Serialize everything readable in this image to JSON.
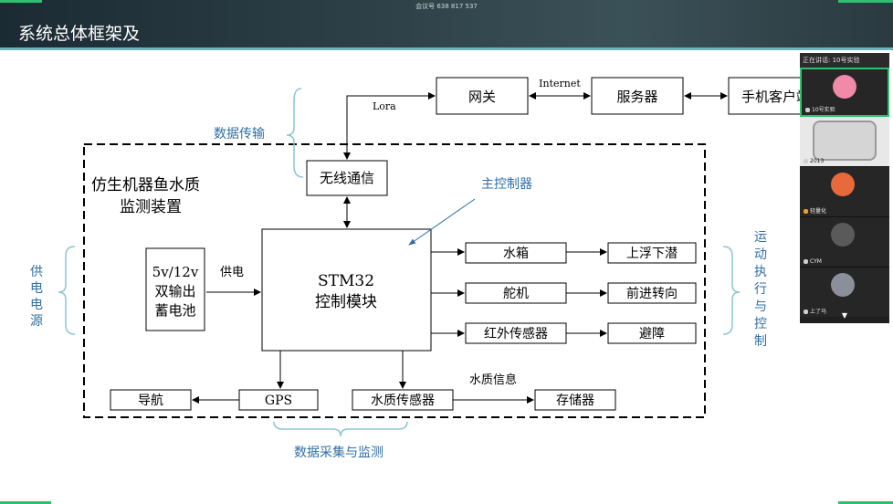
{
  "slide": {
    "title": "系统总体框架及",
    "meeting_id": "会议号 638 817 537"
  },
  "diagram": {
    "boxes": {
      "gateway": "网关",
      "server": "服务器",
      "phone_client": "手机客户端",
      "wireless": "无线通信",
      "battery_line1": "5v/12v",
      "battery_line2": "双输出",
      "battery_line3": "蓄电池",
      "mcu_line1": "STM32",
      "mcu_line2": "控制模块",
      "water_tank": "水箱",
      "servo": "舵机",
      "ir_sensor": "红外传感器",
      "float_dive": "上浮下潜",
      "forward_turn": "前进转向",
      "avoid": "避障",
      "navigation": "导航",
      "gps": "GPS",
      "water_sensor": "水质传感器",
      "storage": "存储器"
    },
    "labels": {
      "internet": "Internet",
      "lora": "Lora",
      "power_supply": "供电",
      "water_info": "水质信息",
      "device_line1": "仿生机器鱼水质",
      "device_line2": "监测装置"
    },
    "annotations": {
      "data_transfer": "数据传输",
      "main_controller": "主控制器",
      "power_vertical": [
        "供",
        "电",
        "电",
        "源"
      ],
      "motion_vertical": [
        "运",
        "动",
        "执",
        "行",
        "与",
        "控",
        "制"
      ],
      "data_collection": "数据采集与监测"
    },
    "colors": {
      "annotation_text": "#2f6fa6",
      "brace": "#8cc4d8",
      "line": "#000000"
    }
  },
  "video_panel": {
    "header": "正在讲话: 10号实验",
    "participants": [
      {
        "name": "10号实验",
        "icon": "mic-icon",
        "active": true
      },
      {
        "name": "2013",
        "icon": "mic-icon",
        "active": false
      },
      {
        "name": "轻量化",
        "icon": "user-icon",
        "active": false
      },
      {
        "name": "CYM",
        "icon": "mic-icon",
        "active": false
      },
      {
        "name": "上了马",
        "icon": "mic-icon",
        "active": false
      }
    ],
    "more_icon": "chevron-down-icon"
  }
}
